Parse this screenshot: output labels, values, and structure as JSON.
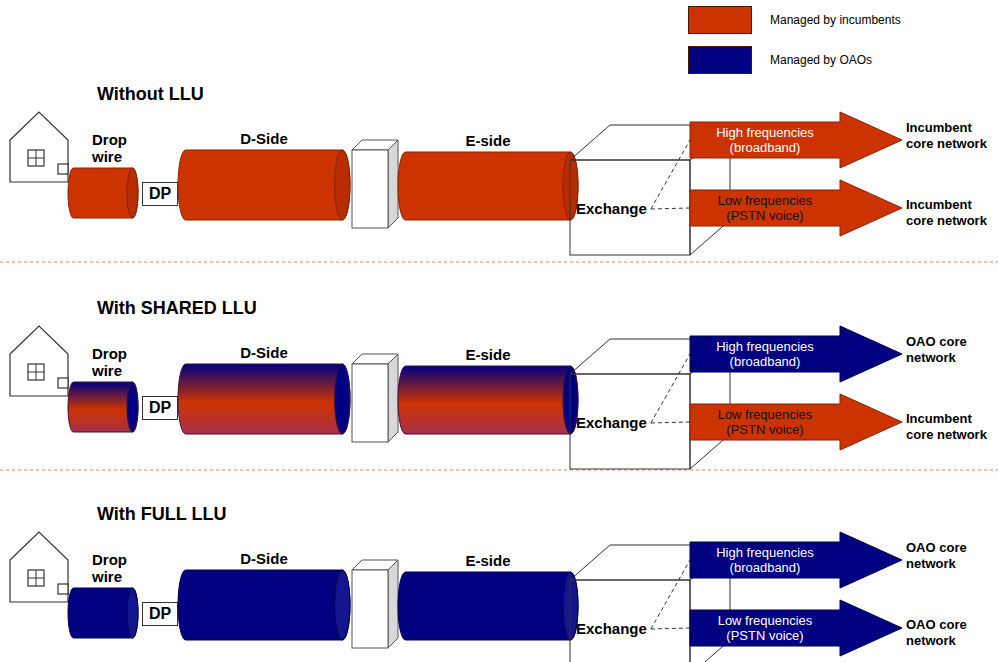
{
  "diagram": {
    "nodes": [
      {
        "text": [
          "Drop wire"
        ]
      },
      {
        "text": [
          "DP"
        ]
      },
      {
        "text": [
          "D-Side"
        ]
      },
      {
        "text": [
          "E-side"
        ]
      },
      {
        "text": [
          "Exchange"
        ]
      },
      {
        "text": [
          "High frequencies (broadband)",
          "Incumbent core network"
        ]
      },
      {
        "text": [
          "Low frequencies (PSTN voice)",
          "Incumbent core network"
        ]
      },
      {
        "text": [
          "Drop wire"
        ]
      },
      {
        "text": [
          "DP"
        ]
      },
      {
        "text": [
          "D-Side"
        ]
      },
      {
        "text": [
          "E-side"
        ]
      },
      {
        "text": [
          "Exchange"
        ]
      },
      {
        "text": [
          "High frequencies (broadband)",
          "OAO core network"
        ]
      },
      {
        "text": [
          "Low frequencies (PSTN voice)",
          "Incumbent core network"
        ]
      },
      {
        "text": [
          "Drop wire"
        ]
      },
      {
        "text": [
          "DP"
        ]
      },
      {
        "text": [
          "D-Side"
        ]
      },
      {
        "text": [
          "E-side"
        ]
      },
      {
        "text": [
          "Exchange"
        ]
      },
      {
        "text": [
          "High frequencies (broadband)",
          "OAO core network"
        ]
      },
      {
        "text": [
          "Low frequencies (PSTN voice)",
          "OAO core network"
        ]
      }
    ],
    "edges": [
      {
        "from": 4,
        "to": 5,
        "arrow": "none"
      },
      {
        "from": 4,
        "to": 6,
        "arrow": "none"
      },
      {
        "from": 11,
        "to": 12,
        "arrow": "none"
      },
      {
        "from": 11,
        "to": 13,
        "arrow": "none"
      },
      {
        "from": 18,
        "to": 19,
        "arrow": "none"
      },
      {
        "from": 18,
        "to": 20,
        "arrow": "none"
      }
    ],
    "labels": [
      "Without LLU",
      "With SHARED LLU",
      "With FULL LLU"
    ],
    "legend": [
      {
        "text": "Managed by incumbents",
        "color": "#cc3300"
      },
      {
        "text": "Managed by OAOs",
        "color": "#000080"
      }
    ]
  }
}
